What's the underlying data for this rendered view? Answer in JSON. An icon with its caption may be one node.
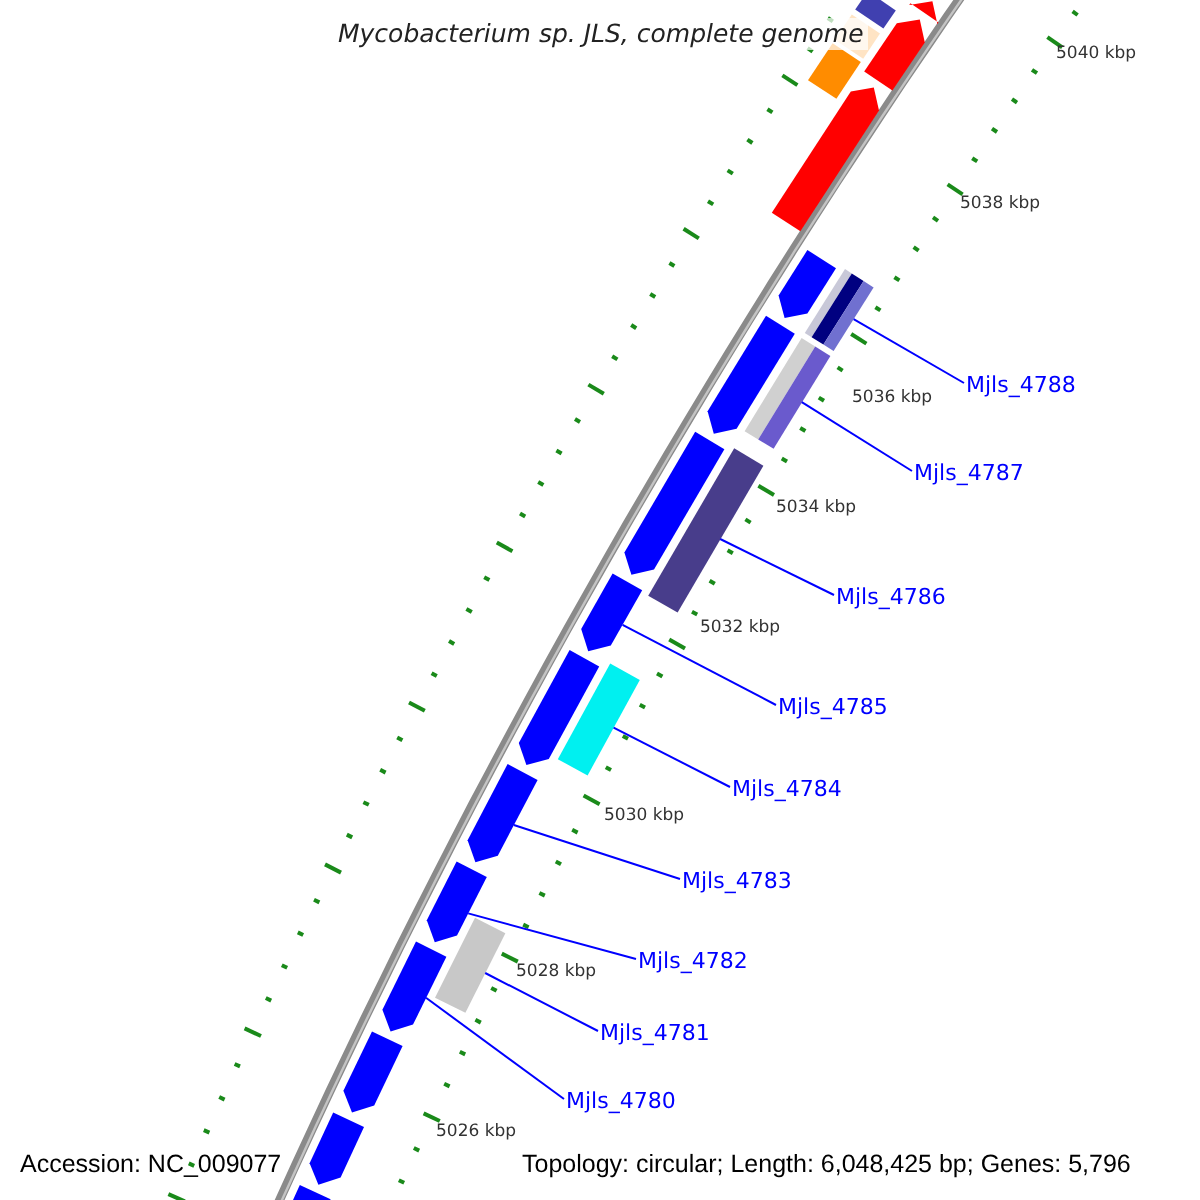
{
  "diagram": {
    "title": "Mycobacterium sp. JLS, complete genome",
    "nodes": [
      {
        "text": [
          "Mjls_4788"
        ]
      },
      {
        "text": [
          "Mjls_4787"
        ]
      },
      {
        "text": [
          "Mjls_4786"
        ]
      },
      {
        "text": [
          "Mjls_4785"
        ]
      },
      {
        "text": [
          "Mjls_4784"
        ]
      },
      {
        "text": [
          "Mjls_4783"
        ]
      },
      {
        "text": [
          "Mjls_4782"
        ]
      },
      {
        "text": [
          "Mjls_4781"
        ]
      },
      {
        "text": [
          "Mjls_4780"
        ]
      },
      {
        "text": [],
        "shape": "arrow"
      },
      {
        "text": [],
        "shape": "bar"
      },
      {
        "text": [],
        "shape": "arrow"
      },
      {
        "text": [],
        "shape": "bar"
      },
      {
        "text": [],
        "shape": "bar"
      },
      {
        "text": [],
        "shape": "arrow"
      },
      {
        "text": [],
        "shape": "bar"
      },
      {
        "text": [],
        "shape": "arrow"
      },
      {
        "text": [],
        "shape": "bar"
      },
      {
        "text": [],
        "shape": "arrow"
      },
      {
        "text": [],
        "shape": "arrow"
      },
      {
        "text": [],
        "shape": "bar"
      },
      {
        "text": [],
        "shape": "arrow"
      },
      {
        "text": [],
        "shape": "bar"
      },
      {
        "text": [],
        "shape": "arrow"
      },
      {
        "text": [],
        "shape": "arrow"
      },
      {
        "text": [],
        "shape": "arrow"
      },
      {
        "text": [],
        "shape": "bar"
      },
      {
        "text": [],
        "shape": "arrow"
      },
      {
        "text": [],
        "shape": "arrow"
      },
      {
        "text": [],
        "shape": "arrow"
      },
      {
        "text": [],
        "shape": "arrow"
      }
    ],
    "edges": [
      {
        "from": 0,
        "to": 15,
        "arrow": "none"
      },
      {
        "from": 1,
        "to": 17,
        "arrow": "none"
      },
      {
        "from": 2,
        "to": 20,
        "arrow": "none"
      },
      {
        "from": 3,
        "to": 21,
        "arrow": "none"
      },
      {
        "from": 4,
        "to": 22,
        "arrow": "none"
      },
      {
        "from": 5,
        "to": 24,
        "arrow": "none"
      },
      {
        "from": 6,
        "to": 25,
        "arrow": "none"
      },
      {
        "from": 7,
        "to": 26,
        "arrow": "none"
      },
      {
        "from": 8,
        "to": 27,
        "arrow": "none"
      }
    ],
    "labels": [
      "5040 kbp",
      "5038 kbp",
      "5036 kbp",
      "5034 kbp",
      "5032 kbp",
      "5030 kbp",
      "5028 kbp",
      "5026 kbp",
      "Accession: NC_009077",
      "Topology: circular; Length: 6,048,425 bp; Genes: 5,796"
    ]
  }
}
